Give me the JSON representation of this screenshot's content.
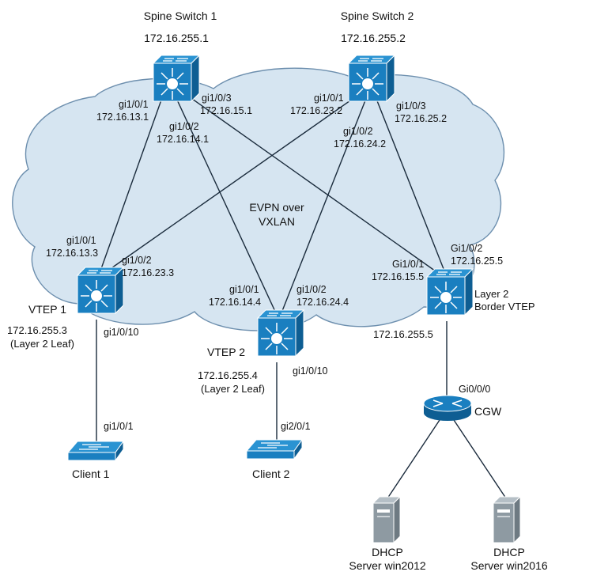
{
  "center_label": [
    "EVPN over",
    "VXLAN"
  ],
  "nodes": {
    "spine1": {
      "name": "Spine Switch 1",
      "ip": "172.16.255.1"
    },
    "spine2": {
      "name": "Spine Switch 2",
      "ip": "172.16.255.2"
    },
    "vtep1": {
      "name": "VTEP 1",
      "ip": "172.16.255.3",
      "role": "(Layer 2 Leaf)"
    },
    "vtep2": {
      "name": "VTEP 2",
      "ip": "172.16.255.4",
      "role": "(Layer 2 Leaf)"
    },
    "border": {
      "name": [
        "Layer 2",
        "Border VTEP"
      ],
      "ip": "172.16.255.5"
    },
    "cgw": {
      "name": "CGW"
    },
    "client1": {
      "name": "Client 1"
    },
    "client2": {
      "name": "Client 2"
    },
    "dhcp1": {
      "name": [
        "DHCP",
        "Server win2012"
      ]
    },
    "dhcp2": {
      "name": [
        "DHCP",
        "Server win2016"
      ]
    }
  },
  "interfaces": {
    "s1_gi101": [
      "gi1/0/1",
      "172.16.13.1"
    ],
    "s1_gi102": [
      "gi1/0/2",
      "172.16.14.1"
    ],
    "s1_gi103": [
      "gi1/0/3",
      "172.16.15.1"
    ],
    "s2_gi101": [
      "gi1/0/1",
      "172.16.23.2"
    ],
    "s2_gi102": [
      "gi1/0/2",
      "172.16.24.2"
    ],
    "s2_gi103": [
      "gi1/0/3",
      "172.16.25.2"
    ],
    "v1_gi101": [
      "gi1/0/1",
      "172.16.13.3"
    ],
    "v1_gi102": [
      "gi1/0/2",
      "172.16.23.3"
    ],
    "v1_gi1010": "gi1/0/10",
    "v2_gi101": [
      "gi1/0/1",
      "172.16.14.4"
    ],
    "v2_gi102": [
      "gi1/0/2",
      "172.16.24.4"
    ],
    "v2_gi1010": "gi1/0/10",
    "b_gi101": [
      "Gi1/0/1",
      "172.16.15.5"
    ],
    "b_gi102": [
      "Gi1/0/2",
      "172.16.25.5"
    ],
    "cgw_gi000": "Gi0/0/0",
    "c1_gi101": "gi1/0/1",
    "c2_gi201": "gi2/0/1"
  },
  "colors": {
    "cloud_fill": "#d6e5f1",
    "cloud_stroke": "#6d8fae",
    "device_blue": "#1a7fc0",
    "device_dark": "#0e5e93",
    "server_gray": "#8e9aa2",
    "line": "#1a2b3c"
  }
}
